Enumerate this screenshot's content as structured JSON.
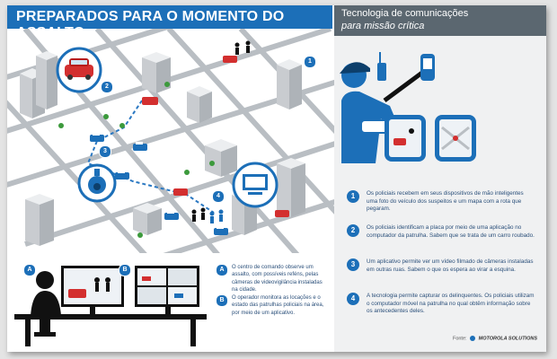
{
  "header": {
    "title": "PREPARADOS PARA O MOMENTO DO ASSALTO"
  },
  "panel": {
    "title_line1": "Tecnologia de comunicações",
    "title_line2": "para missão crítica"
  },
  "steps": [
    {
      "num": "1",
      "text": "Os policiais recebem em seus dispositivos de mão inteligentes uma foto do veículo dos suspeitos e um mapa com a rota que pegaram."
    },
    {
      "num": "2",
      "text": "Os policiais identificam a placa por meio de uma aplicação no computador da patrulha. Sabem que se trata de um carro roubado."
    },
    {
      "num": "3",
      "text": "Um aplicativo permite ver um vídeo filmado de câmeras instaladas em outras ruas. Sabem o que os espera ao virar a esquina."
    },
    {
      "num": "4",
      "text": "A tecnologia permite capturar os delinquentes. Os policiais utilizam o computador móvel na patrulha no qual obtêm informação sobre os antecedentes deles."
    }
  ],
  "map_badges": [
    "1",
    "2",
    "3",
    "4"
  ],
  "control": {
    "badge_a": "A",
    "badge_b": "B",
    "note_a": "O centro de comando observe um assalto, com possíveis reféns, pelas câmeras de videovigilância instaladas na cidade.",
    "note_b": "O operador monitora as locações e o estado das patrulhas policiais na área, por meio de um aplicativo."
  },
  "source": {
    "label": "Fonte:",
    "brand": "MOTOROLA SOLUTIONS"
  },
  "colors": {
    "brand_blue": "#1c6fb8",
    "panel_gray": "#5b6770",
    "street": "#b9bec3",
    "building": "#dcdee0"
  }
}
